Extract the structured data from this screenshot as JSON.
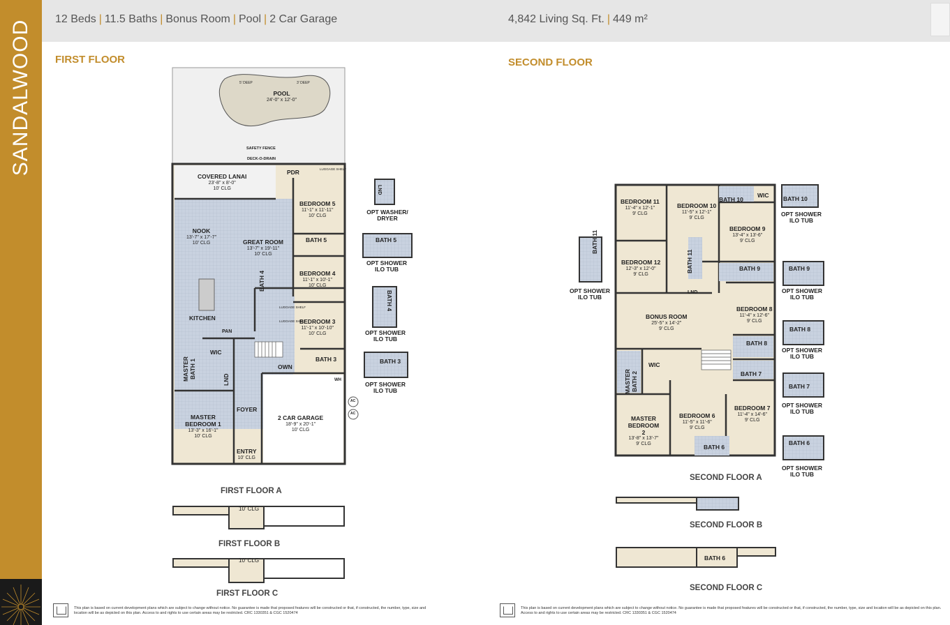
{
  "sidebar": {
    "title": "SANDALWOOD"
  },
  "header": {
    "specs": [
      "12 Beds",
      "11.5 Baths",
      "Bonus Room",
      "Pool",
      "2 Car Garage"
    ],
    "area_left": "4,842 Living Sq. Ft.",
    "area_right": "449 m²"
  },
  "first_floor": {
    "heading": "FIRST FLOOR",
    "rooms": {
      "pool": {
        "name": "POOL",
        "dim": "24'-0\" x 12'-0\""
      },
      "pool_deep_left": "5' DEEP",
      "pool_deep_right": "3' DEEP",
      "safety_fence": "SAFETY FENCE",
      "deck_drain": "DECK-O-DRAIN",
      "lanai": {
        "name": "COVERED LANAI",
        "dim": "23'-8\" x 8'-0\"",
        "clg": "10' CLG"
      },
      "pdr": "PDR",
      "luggage1": "LUGGAGE SHELF",
      "bed5": {
        "name": "BEDROOM 5",
        "dim": "11'-1\" x 11'-11\"",
        "clg": "10' CLG"
      },
      "nook": {
        "name": "NOOK",
        "dim": "13'-7\" x 17'-7\"",
        "clg": "10' CLG"
      },
      "great": {
        "name": "GREAT ROOM",
        "dim": "13'-7\" x 19'-11\"",
        "clg": "10' CLG"
      },
      "bath5": "BATH 5",
      "bed4": {
        "name": "BEDROOM 4",
        "dim": "11'-1\" x 10'-1\"",
        "clg": "10' CLG"
      },
      "bath4": "BATH 4",
      "luggage2": "LUGGAGE SHELF",
      "luggage3": "LUGGAGE SHELF",
      "kitchen": "KITCHEN",
      "pan": "PAN",
      "bed3": {
        "name": "BEDROOM 3",
        "dim": "11'-1\" x 10'-10\"",
        "clg": "10' CLG"
      },
      "wic": "WIC",
      "own": "OWN",
      "bath3": "BATH 3",
      "wh": "WH",
      "master_bath1": "MASTER BATH 1",
      "lnd": "LND",
      "foyer": "FOYER",
      "master1": {
        "name": "MASTER BEDROOM 1",
        "dim": "13'-3\" x 16'-1\"",
        "clg": "10' CLG"
      },
      "garage": {
        "name": "2 CAR GARAGE",
        "dim": "18'-9\" x 20'-1\"",
        "clg": "10' CLG"
      },
      "entry": {
        "name": "ENTRY",
        "clg": "10' CLG"
      },
      "ac1": "AC",
      "ac2": "AC"
    },
    "options": {
      "washer": {
        "lnd": "LND",
        "label": "OPT WASHER/ DRYER"
      },
      "shower5": {
        "bath": "BATH 5",
        "label": "OPT SHOWER ILO TUB"
      },
      "shower4": {
        "bath": "BATH 4",
        "label": "OPT SHOWER ILO TUB"
      },
      "shower3": {
        "bath": "BATH 3",
        "label": "OPT SHOWER ILO TUB"
      }
    },
    "captions": {
      "a": "FIRST FLOOR A",
      "b": "FIRST FLOOR B",
      "c": "FIRST FLOOR C"
    },
    "elev_b_clg": "10' CLG",
    "elev_c_clg": "10' CLG",
    "disclaimer": "This plan is based on current development plans which are subject to change without notice. No guarantee is made that proposed features will be constructed or that, if constructed, the number, type, size and location will be as depicted on this plan. Access to and rights to use certain areas may be restricted. CRC 1330351 & CGC 1520474"
  },
  "second_floor": {
    "heading": "SECOND FLOOR",
    "rooms": {
      "bed11": {
        "name": "BEDROOM 11",
        "dim": "11'-4\" x 12'-1\"",
        "clg": "9' CLG"
      },
      "bed10": {
        "name": "BEDROOM 10",
        "dim": "11'-5\" x 12'-1\"",
        "clg": "9' CLG"
      },
      "bath10": "BATH 10",
      "wic_top": "WIC",
      "bed9": {
        "name": "BEDROOM 9",
        "dim": "13'-4\" x 13'-6\"",
        "clg": "9' CLG"
      },
      "bed12": {
        "name": "BEDROOM 12",
        "dim": "12'-3\" x 12'-0\"",
        "clg": "9' CLG"
      },
      "bath11": "BATH 11",
      "bath9": "BATH 9",
      "lnd": "LND",
      "bonus": {
        "name": "BONUS ROOM",
        "dim": "25'-5\" x 14'-2\"",
        "clg": "9' CLG"
      },
      "bed8": {
        "name": "BEDROOM 8",
        "dim": "11'-4\" x 12'-6\"",
        "clg": "9' CLG"
      },
      "bath8": "BATH 8",
      "master_bath2": "MASTER BATH 2",
      "wic": "WIC",
      "bath7": "BATH 7",
      "master2": {
        "name": "MASTER BEDROOM 2",
        "dim": "13'-8\" x 13'-7\"",
        "clg": "9' CLG"
      },
      "bed6": {
        "name": "BEDROOM 6",
        "dim": "11'-5\" x 11'-6\"",
        "clg": "9' CLG"
      },
      "bed7": {
        "name": "BEDROOM 7",
        "dim": "11'-4\" x 14'-6\"",
        "clg": "9' CLG"
      },
      "bath6": "BATH 6"
    },
    "options": {
      "shower10": {
        "bath": "BATH 10",
        "label": "OPT SHOWER ILO TUB"
      },
      "shower11": {
        "bath": "BATH 11",
        "label": "OPT SHOWER ILO TUB"
      },
      "shower9": {
        "bath": "BATH 9",
        "label": "OPT SHOWER ILO TUB"
      },
      "shower8": {
        "bath": "BATH 8",
        "label": "OPT SHOWER ILO TUB"
      },
      "shower7": {
        "bath": "BATH 7",
        "label": "OPT SHOWER ILO TUB"
      },
      "shower6": {
        "bath": "BATH 6",
        "label": "OPT SHOWER ILO TUB"
      }
    },
    "captions": {
      "a": "SECOND FLOOR A",
      "b": "SECOND FLOOR B",
      "c": "SECOND FLOOR C"
    },
    "elev_c_bath": "BATH 6",
    "disclaimer": "This plan is based on current development plans which are subject to change without notice. No guarantee is made that proposed features will be constructed or that, if constructed, the number, type, size and location will be as depicted on this plan. Access to and rights to use certain areas may be restricted. CRC 1330351 & CGC 1520474"
  },
  "colors": {
    "gold": "#c28d2c",
    "room_fill": "#efe7d3",
    "tile_fill": "#c9d2e0",
    "wall": "#333333",
    "header_bg": "#e6e6e6"
  }
}
